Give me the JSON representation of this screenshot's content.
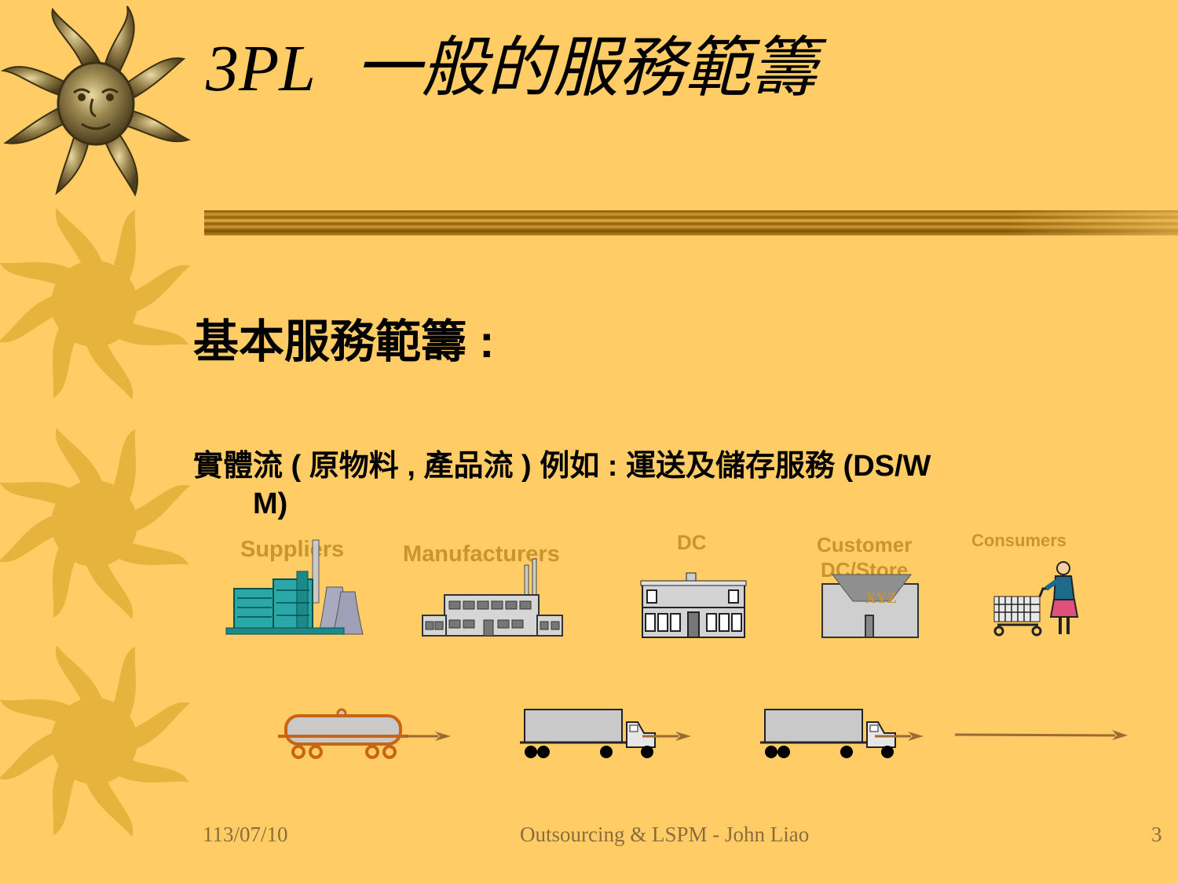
{
  "slide": {
    "title_prefix": "3PL",
    "title_cjk": "一般的服務範籌",
    "heading": "基本服務範籌 :",
    "bullet_line1": "實體流 ( 原物料 , 產品流 )   例如 : 運送及儲存服務 (DS/W",
    "bullet_line2": "M)"
  },
  "flow": {
    "suppliers": "Suppliers",
    "manufacturers": "Manufacturers",
    "dc": "DC",
    "customer_line1": "Customer",
    "customer_line2": "DC/Store",
    "consumers": "Consumers",
    "store_sign": "XYZ"
  },
  "footer": {
    "date": "113/07/10",
    "center": "Outsourcing & LSPM - John Liao",
    "page": "3"
  },
  "colors": {
    "background": "#FFCC66",
    "label": "#C8962E",
    "sun_main": "#E6B43C",
    "footer": "#8B6D3B",
    "arrow": "#9C6A34"
  },
  "icons": [
    "sun-face-icon",
    "sun-icon",
    "factory-icon",
    "building-icon",
    "store-icon",
    "shopper-icon",
    "tanker-railcar-icon",
    "truck-icon",
    "arrow-icon"
  ]
}
